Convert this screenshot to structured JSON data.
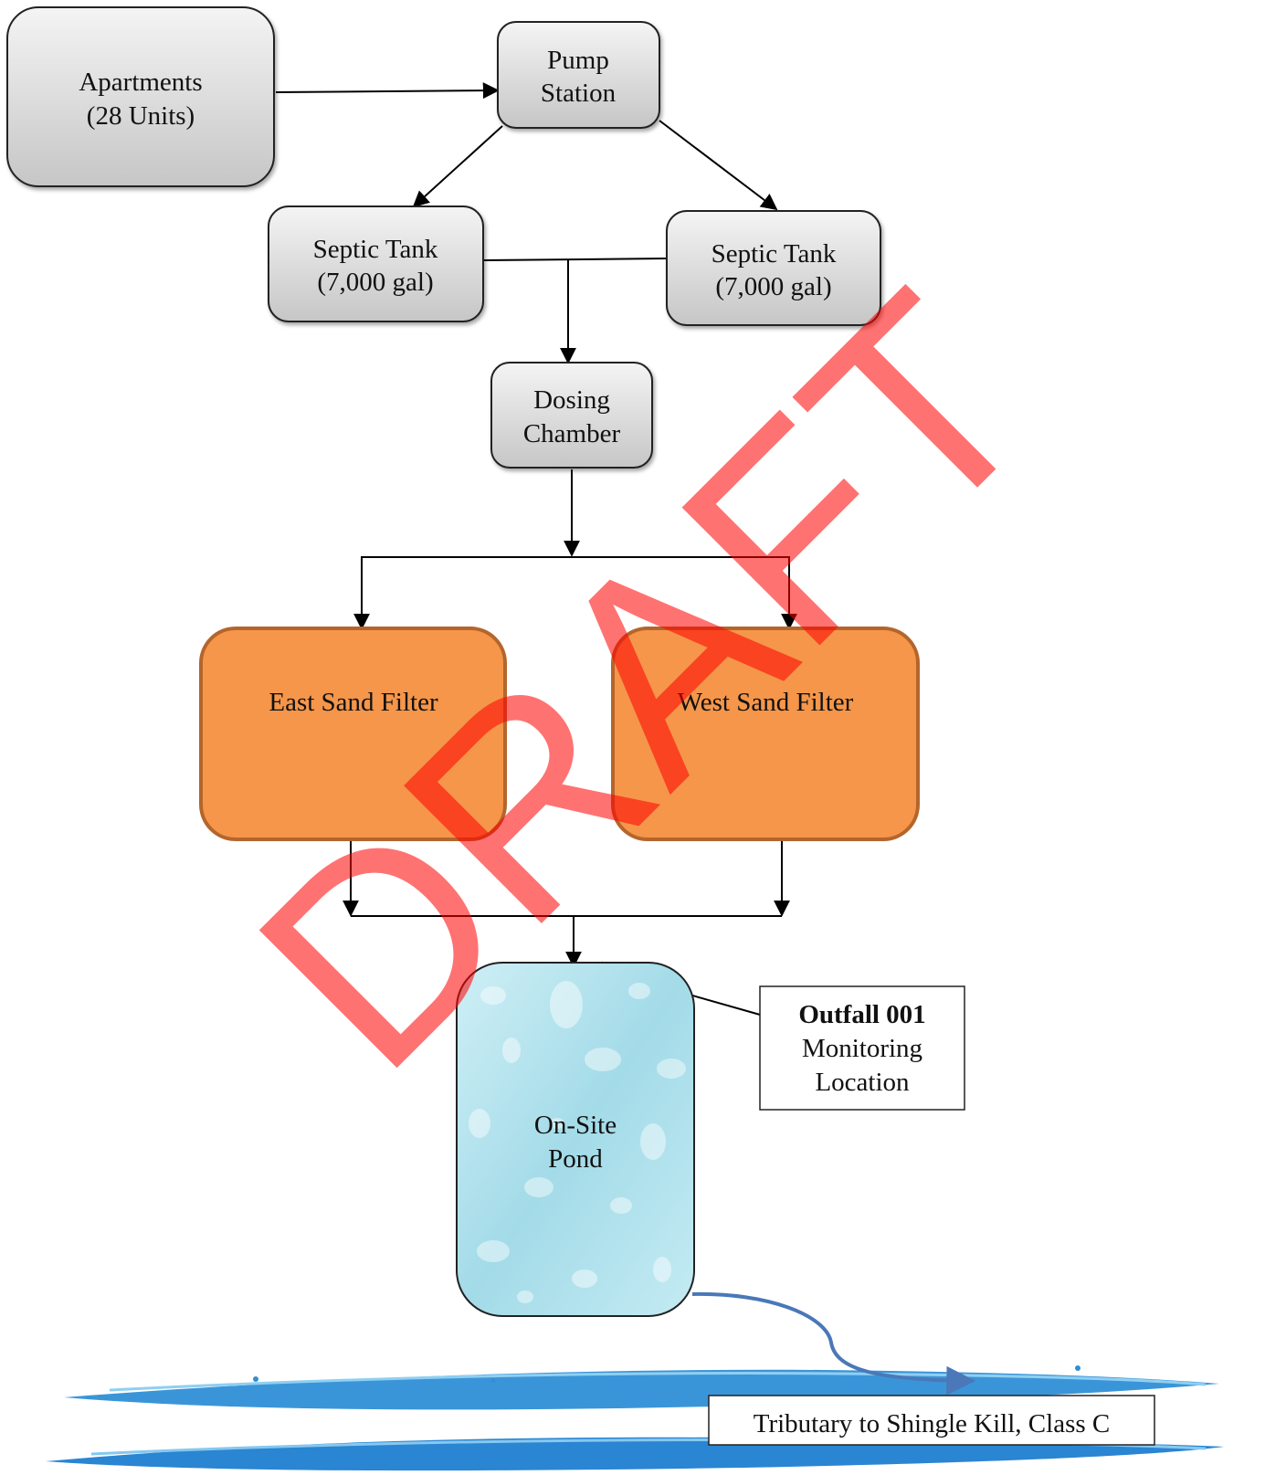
{
  "nodes": {
    "apartments": {
      "line1": "Apartments",
      "line2": "(28 Units)"
    },
    "pump_station": {
      "line1": "Pump",
      "line2": "Station"
    },
    "septic_tank_left": {
      "line1": "Septic Tank",
      "line2": "(7,000 gal)"
    },
    "septic_tank_right": {
      "line1": "Septic Tank",
      "line2": "(7,000 gal)"
    },
    "dosing_chamber": {
      "line1": "Dosing",
      "line2": "Chamber"
    },
    "east_sand_filter": {
      "label": "East Sand Filter"
    },
    "west_sand_filter": {
      "label": "West Sand Filter"
    },
    "onsite_pond": {
      "line1": "On-Site",
      "line2": "Pond"
    },
    "outfall": {
      "line1": "Outfall 001",
      "line2": "Monitoring",
      "line3": "Location"
    },
    "tributary": {
      "label": "Tributary to Shingle Kill, Class C"
    }
  },
  "watermark": "DRAFT",
  "colors": {
    "gray_box_top": "#f2f2f2",
    "gray_box_bottom": "#c8c8c8",
    "sand_filter_fill": "#f5964a",
    "sand_filter_stroke": "#b5652c",
    "pond_fill": "#a8dde8",
    "stream_color": "#2f8fd6",
    "stream_curve": "#4a78b8",
    "watermark": "#ff0000"
  }
}
